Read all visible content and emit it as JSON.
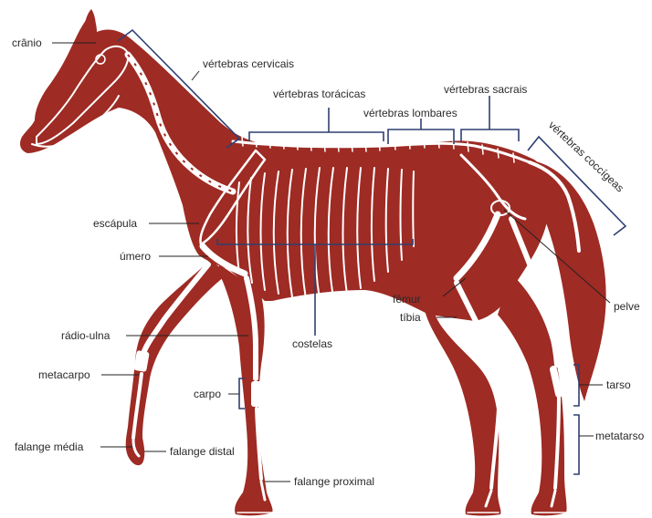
{
  "colors": {
    "body": "#9e2b24",
    "body_dark": "#7f1f1a",
    "bone": "#ffffff",
    "leader": "#222222",
    "brace": "#2f3f73",
    "text": "#2a2a2a"
  },
  "labels": {
    "cranio": "crânio",
    "vert_cervicais": "vértebras cervicais",
    "vert_toracicas": "vértebras torácicas",
    "vert_lombares": "vértebras lombares",
    "vert_sacrais": "vértebras sacrais",
    "vert_coccigeas": "vértebras coccígeas",
    "escapula": "escápula",
    "umero": "úmero",
    "costelas": "costelas",
    "femur": "fêmur",
    "tibia": "tíbia",
    "pelve": "pelve",
    "radio_ulna": "rádio-ulna",
    "metacarpo": "metacarpo",
    "carpo": "carpo",
    "tarso": "tarso",
    "metatarso": "metatarso",
    "falange_media": "falange média",
    "falange_distal": "falange distal",
    "falange_proximal": "falange proximal"
  }
}
